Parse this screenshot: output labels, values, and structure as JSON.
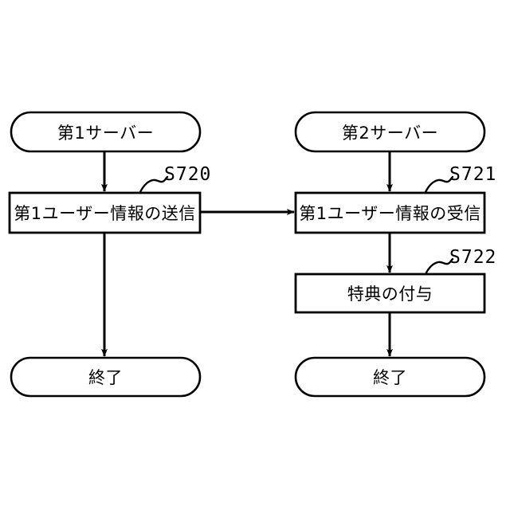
{
  "diagram": {
    "type": "flowchart",
    "background_color": "#ffffff",
    "stroke_color": "#000000",
    "columns": [
      {
        "name": "first-server-column",
        "nodes": [
          {
            "id": "server1",
            "shape": "stadium",
            "label": "第1サーバー"
          },
          {
            "id": "send",
            "shape": "rectangle",
            "label": "第1ユーザー情報の送信",
            "step": "S720"
          },
          {
            "id": "end1",
            "shape": "stadium",
            "label": "終了"
          }
        ]
      },
      {
        "name": "second-server-column",
        "nodes": [
          {
            "id": "server2",
            "shape": "stadium",
            "label": "第2サーバー"
          },
          {
            "id": "receive",
            "shape": "rectangle",
            "label": "第1ユーザー情報の受信",
            "step": "S721"
          },
          {
            "id": "benefit",
            "shape": "rectangle",
            "label": "特典の付与",
            "step": "S722"
          },
          {
            "id": "end2",
            "shape": "stadium",
            "label": "終了"
          }
        ]
      }
    ],
    "nodes": {
      "server1": {
        "label": "第1サーバー"
      },
      "server2": {
        "label": "第2サーバー"
      },
      "send": {
        "label": "第1ユーザー情報の送信"
      },
      "receive": {
        "label": "第1ユーザー情報の受信"
      },
      "benefit": {
        "label": "特典の付与"
      },
      "end1": {
        "label": "終了"
      },
      "end2": {
        "label": "終了"
      }
    },
    "step_tags": {
      "s720": "S720",
      "s721": "S721",
      "s722": "S722"
    },
    "connectors": [
      {
        "from": "server1",
        "to": "send",
        "direction": "down",
        "arrow": true
      },
      {
        "from": "send",
        "to": "end1",
        "direction": "down",
        "arrow": true
      },
      {
        "from": "send",
        "to": "receive",
        "direction": "right",
        "arrow": true
      },
      {
        "from": "server2",
        "to": "receive",
        "direction": "down",
        "arrow": true
      },
      {
        "from": "receive",
        "to": "benefit",
        "direction": "down",
        "arrow": true
      },
      {
        "from": "benefit",
        "to": "end2",
        "direction": "down",
        "arrow": true
      }
    ]
  }
}
